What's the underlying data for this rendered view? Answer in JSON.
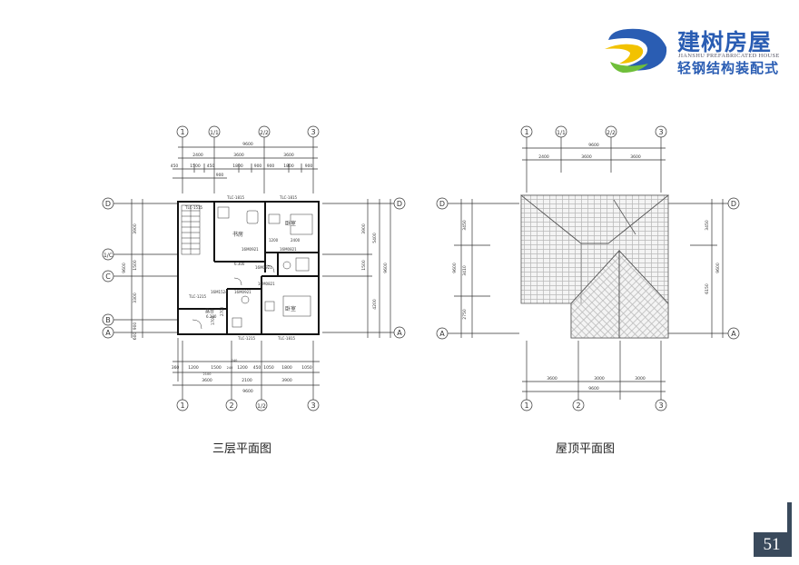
{
  "brand": {
    "name": "建树房屋",
    "english": "JIANSHU PREFABRICATED HOUSE",
    "tagline": "轻钢结构装配式",
    "colors": {
      "primary": "#2a5db3",
      "accent": "#f2c200",
      "green": "#6fbf3a"
    }
  },
  "third_floor": {
    "caption": "三层平面图",
    "top_grid": [
      "1",
      "1/1",
      "2/2",
      "3"
    ],
    "bottom_grid": [
      "1",
      "2",
      "1/2",
      "3"
    ],
    "left_grid": [
      "D",
      "1/C",
      "C",
      "B",
      "A"
    ],
    "right_grid": [
      "D",
      "A"
    ],
    "dims_top_total": "9600",
    "dims_top_row1": [
      "2400",
      "3600",
      "3600"
    ],
    "dims_top_row2": [
      "450",
      "1500",
      "450",
      "1800",
      "900",
      "900",
      "1800",
      "900"
    ],
    "dims_top_row3": [
      "900"
    ],
    "dims_left": [
      "3900",
      "1500",
      "3300",
      "900",
      "600"
    ],
    "dims_left_total": "9600",
    "dims_right": [
      "3900",
      "1500",
      "4200"
    ],
    "dims_right_sub": [
      "5400"
    ],
    "dims_right_total": "9600",
    "dims_bottom_row1": [
      "360",
      "1200",
      "1500",
      "240",
      "1200",
      "450",
      "1050",
      "1800",
      "1050"
    ],
    "dims_bottom_row2": [
      "3600",
      "2100",
      "3900"
    ],
    "dims_bottom_small": [
      "240",
      "2100"
    ],
    "dims_bottom_total": "9600",
    "window_labels": [
      "TLC-1515",
      "TLC-1815",
      "TLC-1815",
      "TLC-1215",
      "TLC-1215",
      "TLC-1815"
    ],
    "door_labels": [
      "16M0921",
      "16M0821",
      "16M0921",
      "16M0821",
      "16M1524",
      "16M0921"
    ],
    "rooms": [
      "书房",
      "卧室",
      "卧室",
      "露台"
    ],
    "elevations": [
      "6.300",
      "6.280"
    ],
    "dims_inner": [
      "1200",
      "2400",
      "2700",
      "1700"
    ]
  },
  "roof": {
    "caption": "屋顶平面图",
    "top_grid": [
      "1",
      "1/1",
      "2/2",
      "3"
    ],
    "bottom_grid": [
      "1",
      "2",
      "3"
    ],
    "left_grid": [
      "D",
      "A"
    ],
    "right_grid": [
      "D",
      "A"
    ],
    "dims_top_total": "9600",
    "dims_top_row1": [
      "2400",
      "3600",
      "3600"
    ],
    "dims_left": [
      "3450",
      "3410",
      "2750"
    ],
    "dims_left_total": "9600",
    "dims_right": [
      "3450",
      "6150"
    ],
    "dims_right_total": "9600",
    "dims_bottom_row1": [
      "3600",
      "3000",
      "3000"
    ],
    "dims_bottom_total": "9600"
  },
  "page_number": "51"
}
